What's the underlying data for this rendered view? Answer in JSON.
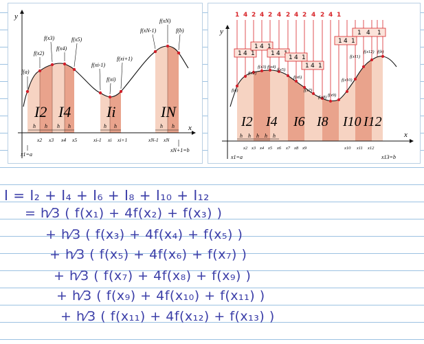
{
  "left_panel": {
    "axis_x": "x",
    "axis_y": "y",
    "strip_labels": [
      "I2",
      "I4",
      "Ii",
      "IN"
    ],
    "point_labels": [
      "f(a)",
      "f(x2)",
      "f(x3)",
      "f(x4)",
      "f(x5)",
      "f(xi-1)",
      "f(xi)",
      "f(xi+1)",
      "f(xN-1)",
      "f(xN)",
      "f(b)"
    ],
    "x_ticks": [
      "x2",
      "x3",
      "x4",
      "x5",
      "xi-1",
      "xi",
      "xi+1",
      "xN-1",
      "xN"
    ],
    "x_start": "x1=a",
    "x_end": "xN+1=b",
    "h_label": "h"
  },
  "right_panel": {
    "axis_x": "x",
    "axis_y": "y",
    "weights_top": [
      "1",
      "4",
      "2",
      "4",
      "2",
      "4",
      "2",
      "4",
      "2",
      "4",
      "2",
      "4",
      "1"
    ],
    "weight_box": [
      "1",
      "4",
      "1"
    ],
    "strip_labels": [
      "I2",
      "I4",
      "I6",
      "I8",
      "I10",
      "I12"
    ],
    "point_labels": [
      "f(a)",
      "f(x2)",
      "f(x3)",
      "f(x4)",
      "f(x5)",
      "f(x6)",
      "f(x7)",
      "f(x8)",
      "f(x9)",
      "f(x10)",
      "f(x11)",
      "f(x12)",
      "f(b)"
    ],
    "x_ticks": [
      "x2",
      "x3",
      "x4",
      "x5",
      "x6",
      "x7",
      "x8",
      "x9",
      "x10",
      "x11",
      "x12"
    ],
    "x_start": "x1=a",
    "x_end": "x13=b",
    "h_label": "h"
  },
  "handwritten": {
    "lines": [
      "I = I₂ + I₄ + I₆ + I₈ + I₁₀ + I₁₂",
      "= h⁄3 ( f(x₁) + 4f(x₂) + f(x₃) )",
      "+ h⁄3 ( f(x₃) + 4f(x₄) + f(x₅) )",
      "+ h⁄3 ( f(x₅) + 4f(x₆) + f(x₇) )",
      "+ h⁄3 ( f(x₇) + 4f(x₈) + f(x₉) )",
      "+ h⁄3 ( f(x₉) + 4f(x₁₀) + f(x₁₁) )",
      "+ h⁄3 ( f(x₁₁) + 4f(x₁₂) + f(x₁₃) )"
    ]
  },
  "colors": {
    "ink": "#3b3ea8",
    "rule": "#9bc1e2",
    "fill_light": "#f6d3c2",
    "fill_dark": "#e9a38c",
    "weight_red": "#d8262a",
    "curve": "#111111",
    "point": "#d21f2a"
  }
}
